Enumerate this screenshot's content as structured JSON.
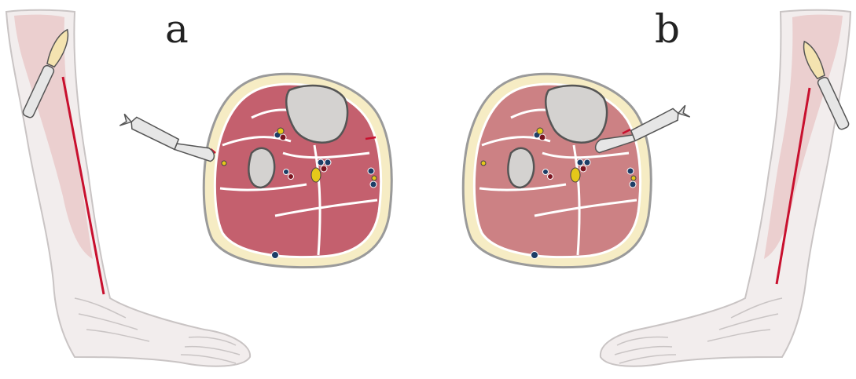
{
  "figure": {
    "panels": [
      {
        "label": "a",
        "incision_side": "medial",
        "blade_tip": "left"
      },
      {
        "label": "b",
        "incision_side": "lateral",
        "blade_tip": "right"
      }
    ]
  },
  "colors": {
    "muscle_a": "#c4606e",
    "muscle_b": "#cc8184",
    "fat": "#f6ecc4",
    "skin_outline": "#9a9a9a",
    "bone": "#d4d2d0",
    "bone_outline": "#555555",
    "vein": "#1d3d66",
    "artery": "#7a1420",
    "nerve": "#e5c81a",
    "incision": "#c8102e",
    "leg_fill": "#f2eded",
    "leg_outline": "#c9c4c4",
    "leg_muscle": "#e9c7c7",
    "blade": "#e6e6e6",
    "blade_outline": "#555555"
  }
}
